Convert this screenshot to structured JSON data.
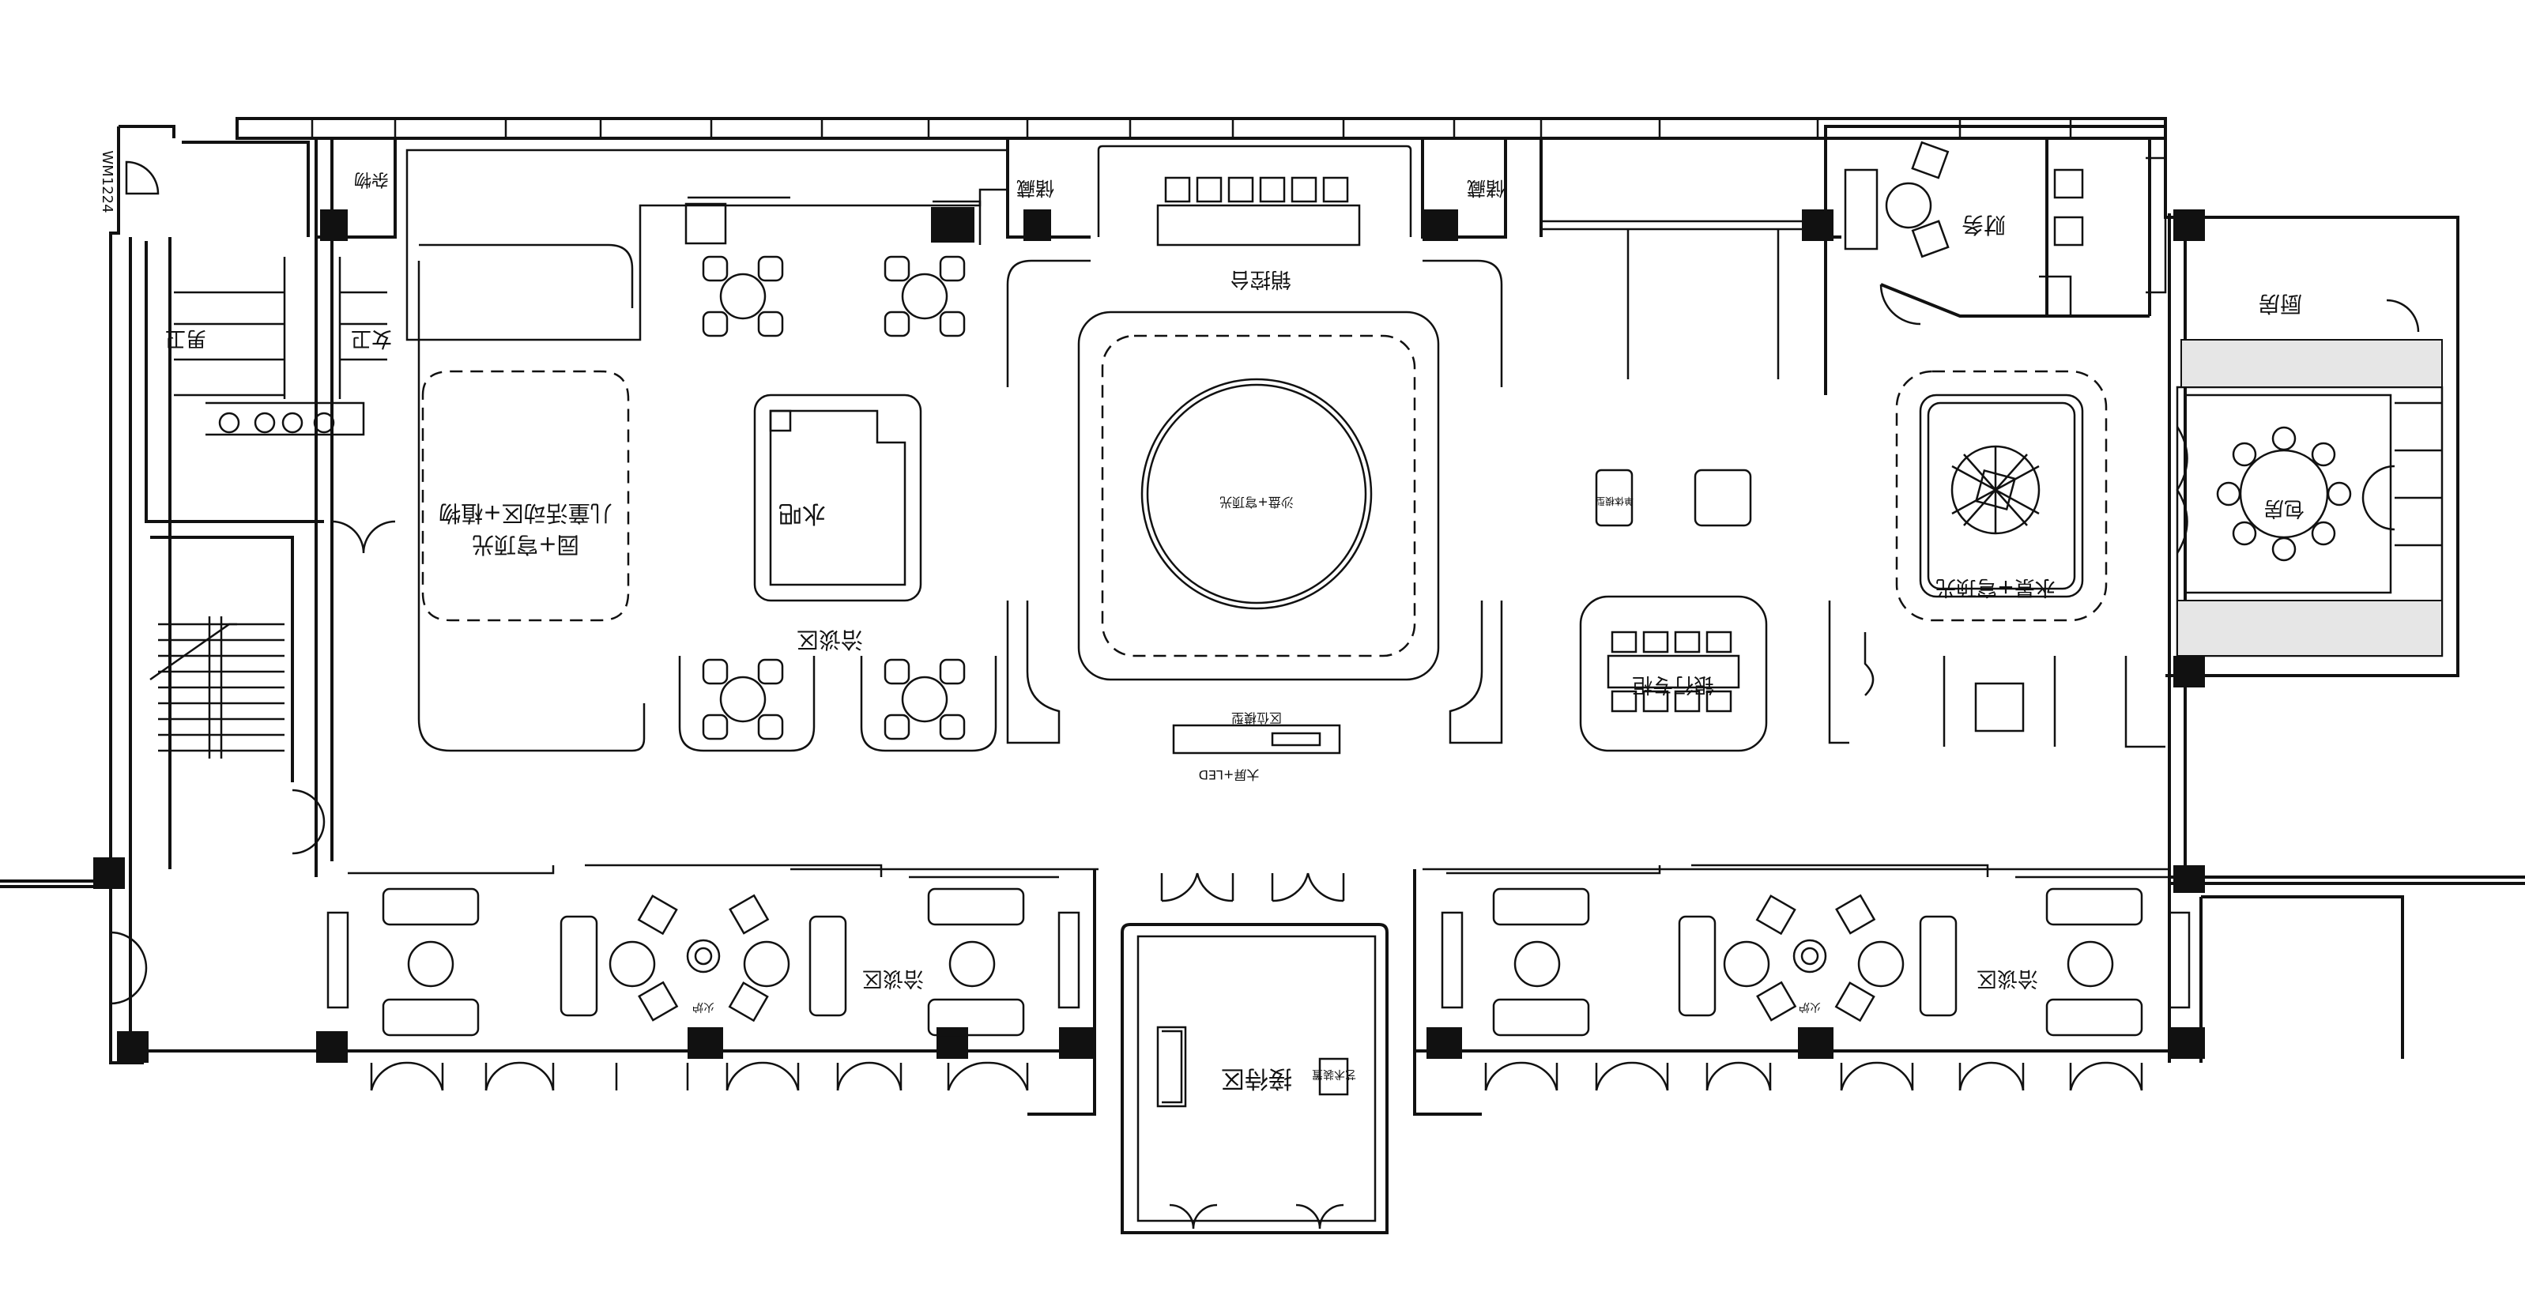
{
  "rooms": {
    "storage_left": "杂物",
    "mens_wc": "男卫",
    "womens_wc": "女卫",
    "door_code": "WM1224",
    "kids_area": "儿童活动区+植物",
    "kids_area_line2": "园+穹顶光",
    "water_bar": "水吧",
    "negotiation_main": "洽谈区",
    "display_left": "储藏",
    "display_right": "储藏",
    "sales_desk": "销控台",
    "sandtable": "沙盘+穹顶光",
    "logo_wall": "区位模型",
    "led_label": "大屏+LED",
    "finance": "财务",
    "kitchen": "厨房",
    "vip_room": "包房",
    "staircase_feature": "水景+穹顶光",
    "model_small": "单体模型",
    "bank_counter": "银行专柜",
    "negotiation_left": "洽谈区",
    "negotiation_right": "洽谈区",
    "fireplace_left": "火炉",
    "fireplace_right": "火炉",
    "reception": "接待区",
    "art_display": "艺术装置"
  }
}
